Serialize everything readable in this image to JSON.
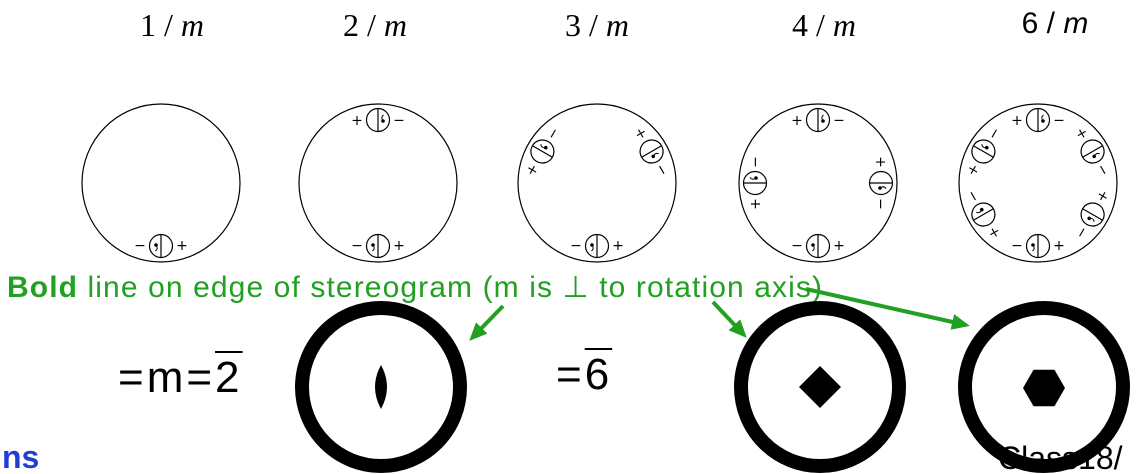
{
  "groups": [
    {
      "number": "1",
      "slash": "/",
      "mirror": "m",
      "equivalent_positions": 1
    },
    {
      "number": "2",
      "slash": "/",
      "mirror": "m",
      "equivalent_positions": 2
    },
    {
      "number": "3",
      "slash": "/",
      "mirror": "m",
      "equivalent_positions": 3
    },
    {
      "number": "4",
      "slash": "/",
      "mirror": "m",
      "equivalent_positions": 4
    },
    {
      "number": "6",
      "slash": "/",
      "mirror": "m",
      "equivalent_positions": 6
    }
  ],
  "signs": {
    "plus": "+",
    "minus": "−"
  },
  "note": {
    "bold": "Bold",
    "rest": "line on edge of stereogram (m is ⊥ to rotation axis)"
  },
  "equivalences": [
    {
      "prefix": "=m=",
      "barred": "2"
    },
    {
      "prefix": "=",
      "barred": "6"
    }
  ],
  "footer": {
    "left_fragment": "ns",
    "right_fragment": "Class18/"
  },
  "colors": {
    "note": "#22a022",
    "arrows": "#22a022",
    "left_fragment": "#1f3fd4"
  }
}
